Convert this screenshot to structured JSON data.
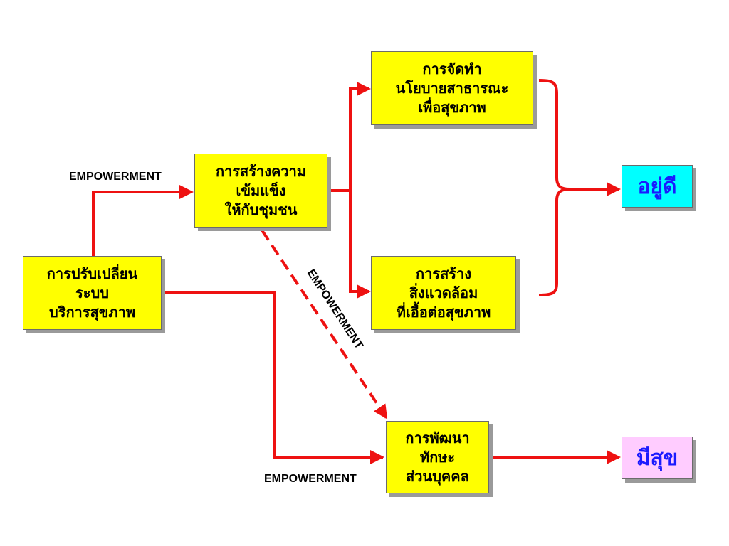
{
  "diagram": {
    "nodes": {
      "health_service_reform": {
        "lines": [
          "การปรับเปลี่ยน",
          "ระบบ",
          "บริการสุขภาพ"
        ]
      },
      "community_strengthening": {
        "lines": [
          "การสร้างความ",
          "เข้มแข็ง",
          "ให้กับชุมชน"
        ]
      },
      "healthy_public_policy": {
        "lines": [
          "การจัดทำ",
          "นโยบายสาธารณะ",
          "เพื่อสุขภาพ"
        ]
      },
      "supportive_environment": {
        "lines": [
          "การสร้าง",
          "สิ่งแวดล้อม",
          "ที่เอื้อต่อสุขภาพ"
        ]
      },
      "personal_skills": {
        "lines": [
          "การพัฒนา",
          "ทักษะ",
          "ส่วนบุคคล"
        ]
      }
    },
    "outcomes": {
      "well_being": {
        "label": "อยู่ดี",
        "color": "#00ffff"
      },
      "happiness": {
        "label": "มีสุข",
        "color": "#ffccff"
      }
    },
    "edge_labels": {
      "top_left": "EMPOWERMENT",
      "diagonal": "EMPOWERMENT",
      "bottom": "EMPOWERMENT"
    },
    "colors": {
      "connector": "#ee1111",
      "box_fill": "#ffff00"
    }
  }
}
